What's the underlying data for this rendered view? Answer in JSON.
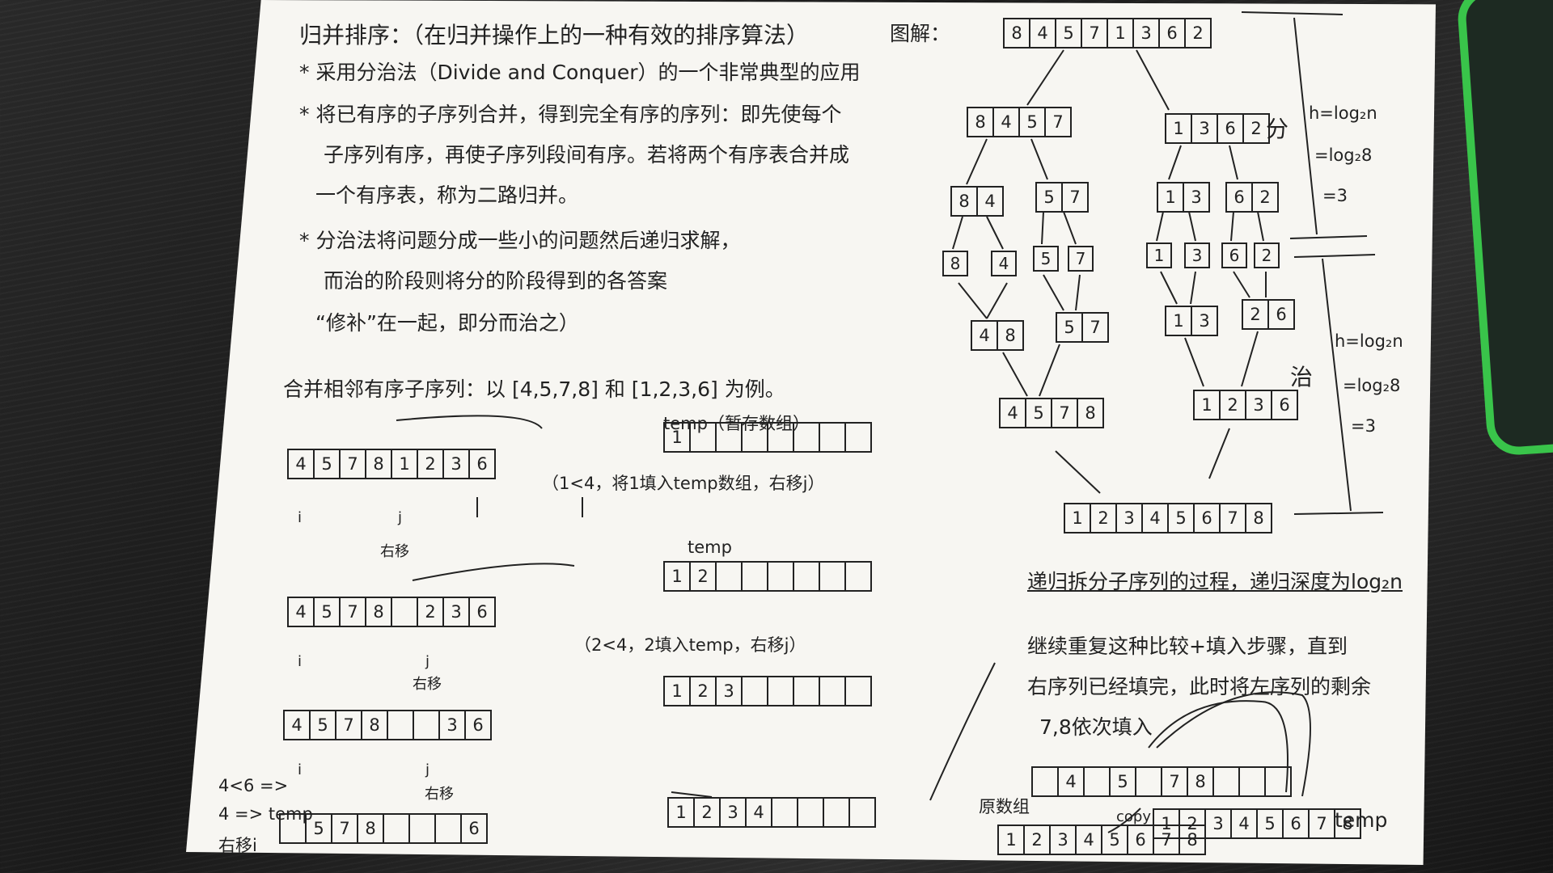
{
  "notes": {
    "title": "归并排序：（在归并操作上的一种有效的排序算法）",
    "l1": "* 采用分治法（Divide and Conquer）的一个非常典型的应用",
    "l2": "* 将已有序的子序列合并，得到完全有序的序列：即先使每个",
    "l3": "子序列有序，再使子序列段间有序。若将两个有序表合并成",
    "l4": "一个有序表，称为二路归并。",
    "l5": "* 分治法将问题分成一些小的问题然后递归求解，",
    "l6": "而治的阶段则将分的阶段得到的各答案",
    "l7": "“修补”在一起，即分而治之）",
    "merge_title": "合并相邻有序子序列：以 [4,5,7,8] 和 [1,2,3,6] 为例。",
    "temp1": "temp（暂存数组）",
    "note1": "（1<4，将1填入temp数组，右移j）",
    "temp2": "temp",
    "note2": "（2<4，2填入temp，右移j）",
    "left_note_1": "4<6 =>",
    "left_note_2": "4 => temp",
    "left_note_3": "右移i",
    "right_move": "右移",
    "i": "i",
    "j": "j"
  },
  "diagram": {
    "label": "图解：",
    "split_label": "分",
    "merge_label": "治",
    "h_split": [
      "h=log₂n",
      "=log₂8",
      "=3"
    ],
    "h_merge": [
      "h=log₂n",
      "=log₂8",
      "=3"
    ],
    "recursion_note": "递归拆分子序列的过程，递归深度为log₂n",
    "continue_1": "继续重复这种比较+填入步骤，直到",
    "continue_2": "右序列已经填完，此时将左序列的剩余",
    "continue_3": "7,8依次填入",
    "orig_array": "原数组",
    "copy": "copy",
    "temp_label": "temp"
  },
  "arrays": {
    "root": [
      "8",
      "4",
      "5",
      "7",
      "1",
      "3",
      "6",
      "2"
    ],
    "l": [
      "8",
      "4",
      "5",
      "7"
    ],
    "r": [
      "1",
      "3",
      "6",
      "2"
    ],
    "ll": [
      "8",
      "4"
    ],
    "lr": [
      "5",
      "7"
    ],
    "rl": [
      "1",
      "3"
    ],
    "rr": [
      "6",
      "2"
    ],
    "leaves": [
      "8",
      "4",
      "5",
      "7",
      "1",
      "3",
      "6",
      "2"
    ],
    "m_ll": [
      "4",
      "8"
    ],
    "m_lr": [
      "5",
      "7"
    ],
    "m_rl": [
      "1",
      "3"
    ],
    "m_rr": [
      "2",
      "6"
    ],
    "m_l": [
      "4",
      "5",
      "7",
      "8"
    ],
    "m_r": [
      "1",
      "2",
      "3",
      "6"
    ],
    "final": [
      "1",
      "2",
      "3",
      "4",
      "5",
      "6",
      "7",
      "8"
    ],
    "step1_src": [
      "4",
      "5",
      "7",
      "8",
      "1",
      "2",
      "3",
      "6"
    ],
    "step1_temp": [
      "1",
      "",
      "",
      "",
      "",
      "",
      "",
      ""
    ],
    "step2_src": [
      "4",
      "5",
      "7",
      "8",
      "",
      "2",
      "3",
      "6"
    ],
    "step2_temp": [
      "1",
      "2",
      "",
      "",
      "",
      "",
      "",
      ""
    ],
    "step3_src": [
      "4",
      "5",
      "7",
      "8",
      "",
      "",
      "3",
      "6"
    ],
    "step3_temp": [
      "1",
      "2",
      "3",
      "",
      "",
      "",
      "",
      ""
    ],
    "step4_src": [
      "",
      "5",
      "7",
      "8",
      "",
      "",
      "",
      "6"
    ],
    "step4_temp": [
      "1",
      "2",
      "3",
      "4",
      "",
      "",
      "",
      ""
    ],
    "last_src": [
      "",
      "4",
      "",
      "5",
      "",
      "7",
      "8",
      "",
      "",
      ""
    ],
    "orig_filled": [
      "1",
      "2",
      "3",
      "4",
      "5",
      "6",
      "7",
      "8"
    ],
    "last_temp": [
      "1",
      "2",
      "3",
      "4",
      "5",
      "6",
      "7",
      "8"
    ]
  }
}
